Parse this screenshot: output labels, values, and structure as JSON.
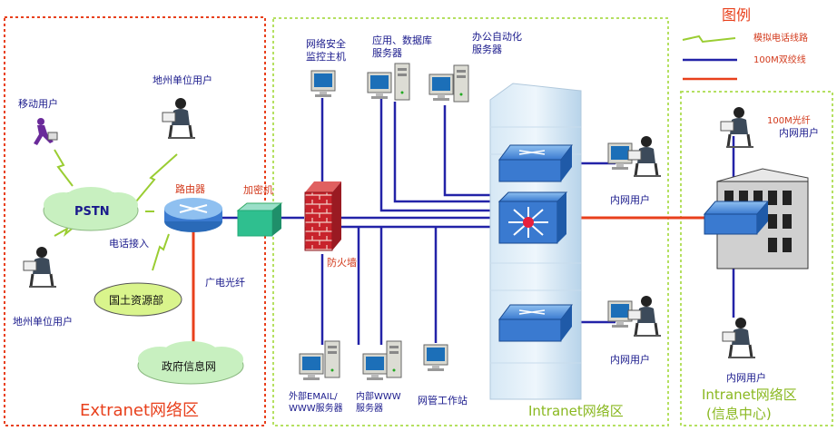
{
  "legend": {
    "title": "图例",
    "items": [
      {
        "label": "模拟电话线路",
        "color": "#9acd32"
      },
      {
        "label": "100M双绞线",
        "color": "#2323a8"
      },
      {
        "label": "",
        "color": "#e8401c"
      }
    ]
  },
  "zones": {
    "extranet": {
      "label": "Extranet网络区",
      "color": "#e8401c"
    },
    "intranet": {
      "label": "Intranet网络区",
      "color": "#9acd32"
    },
    "info_center": {
      "line1": "Intranet网络区",
      "line2": "(信息中心)",
      "color": "#9acd32"
    }
  },
  "nodes": {
    "mobile_user": "移动用户",
    "prefecture_user_top": "地州单位用户",
    "prefecture_user_bottom": "地州单位用户",
    "pstn": "PSTN",
    "dialup": "电话接入",
    "router": "路由器",
    "encryptor": "加密机",
    "land_resources": "国土资源部",
    "broadcast_fiber": "广电光纤",
    "gov_network": "政府信息网",
    "firewall": "防火墙",
    "security_host": [
      "网络安全",
      "监控主机"
    ],
    "app_db_server": [
      "应用、数据库",
      "服务器"
    ],
    "office_server": [
      "办公自动化",
      "服务器"
    ],
    "internal_user_top": "内网用户",
    "internal_user_bottom": "内网用户",
    "email_server": [
      "外部EMAIL/",
      "WWW服务器"
    ],
    "www_server": [
      "内部WWW",
      "服务器"
    ],
    "nms_station": "网管工作站",
    "fiber_100m": "100M光纤",
    "info_user_top": "内网用户",
    "info_user_bottom": "内网用户"
  },
  "colors": {
    "line_blue": "#2323a8",
    "line_red": "#e8401c",
    "line_green": "#9acd32",
    "label_blue": "#1a1a8c",
    "label_red": "#d2381a",
    "cloud": "#c8f0c0",
    "switch": "#3a7ad0"
  }
}
